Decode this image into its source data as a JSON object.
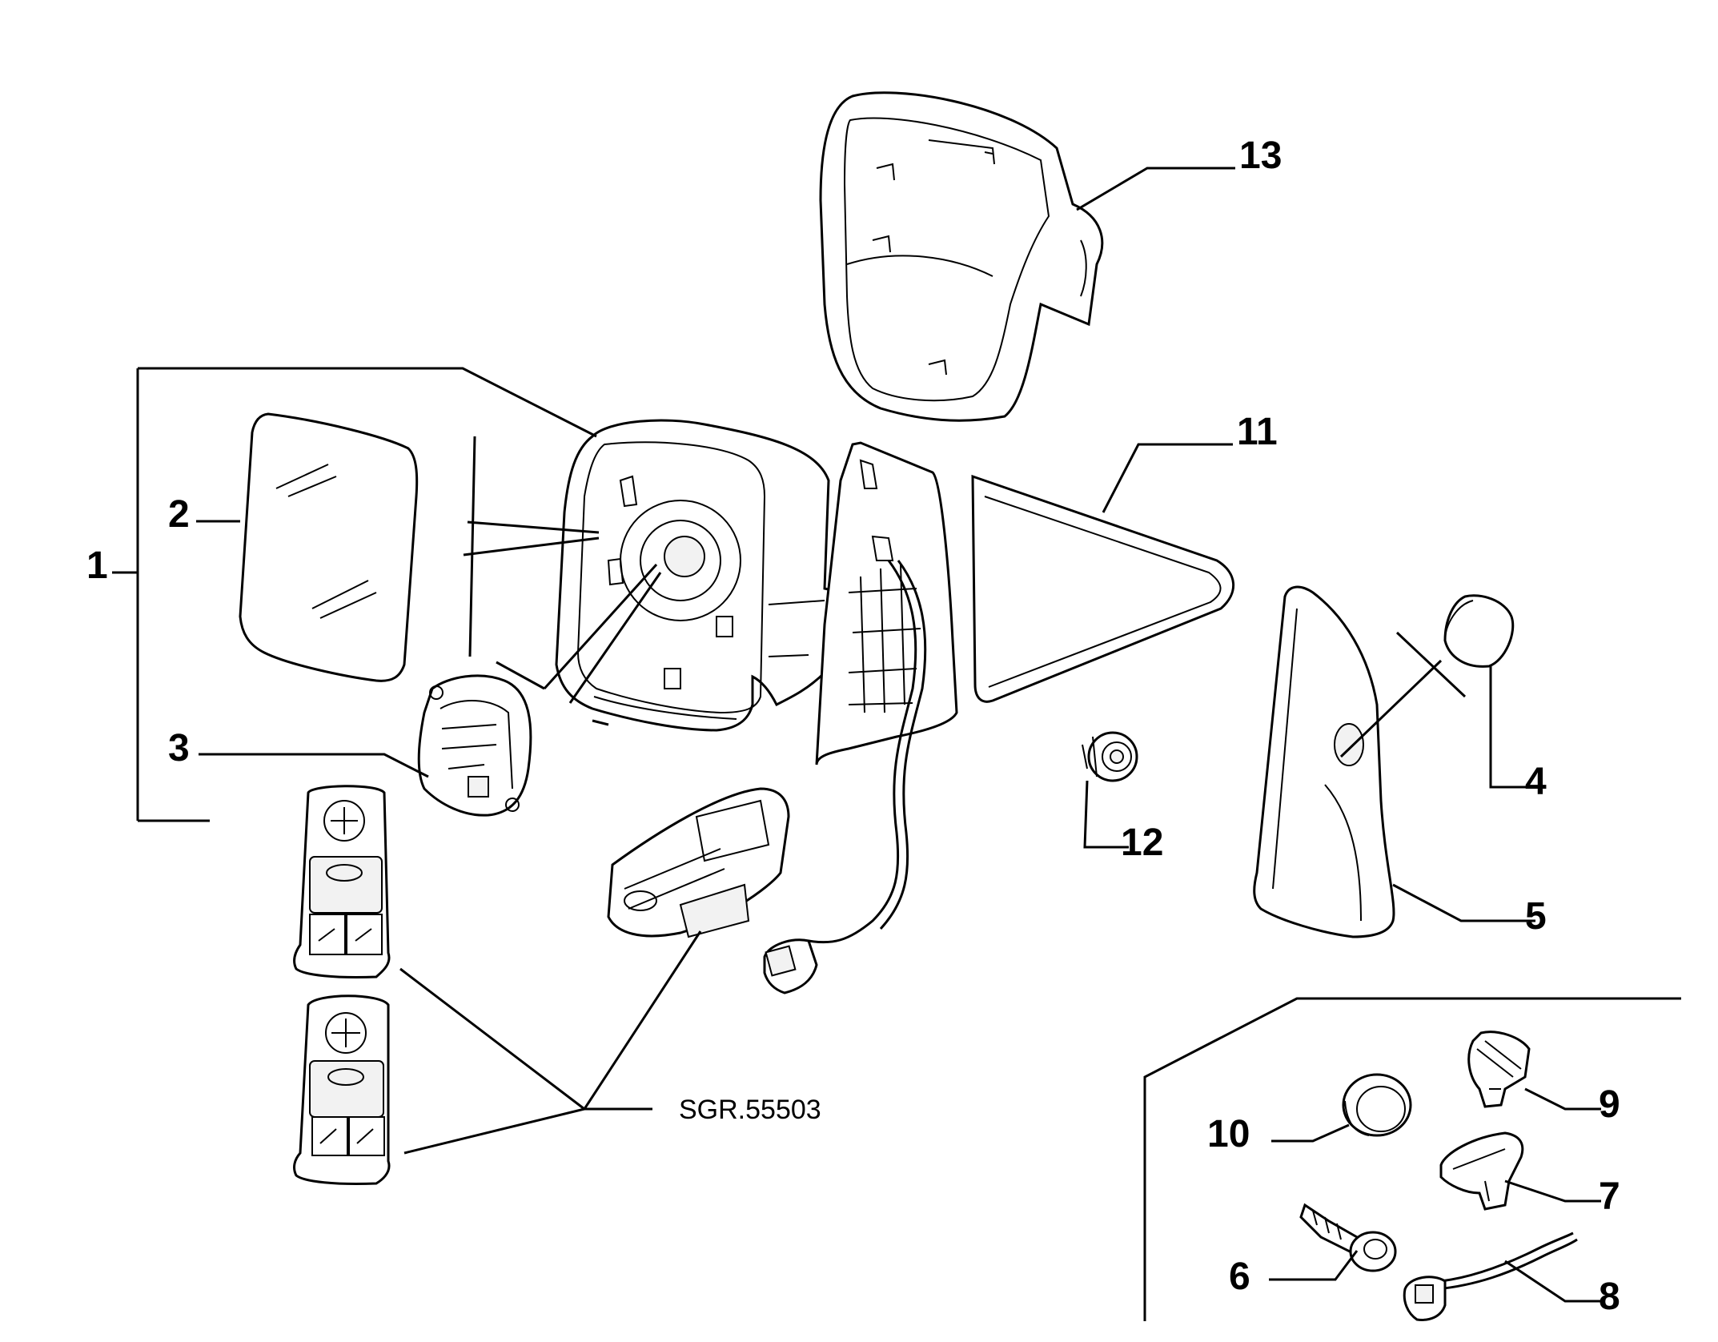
{
  "diagram": {
    "reference_code": "SGR.55503",
    "callouts": [
      {
        "id": "1",
        "label": "1"
      },
      {
        "id": "2",
        "label": "2"
      },
      {
        "id": "3",
        "label": "3"
      },
      {
        "id": "4",
        "label": "4"
      },
      {
        "id": "5",
        "label": "5"
      },
      {
        "id": "6",
        "label": "6"
      },
      {
        "id": "7",
        "label": "7"
      },
      {
        "id": "8",
        "label": "8"
      },
      {
        "id": "9",
        "label": "9"
      },
      {
        "id": "10",
        "label": "10"
      },
      {
        "id": "11",
        "label": "11"
      },
      {
        "id": "12",
        "label": "12"
      },
      {
        "id": "13",
        "label": "13"
      }
    ]
  }
}
